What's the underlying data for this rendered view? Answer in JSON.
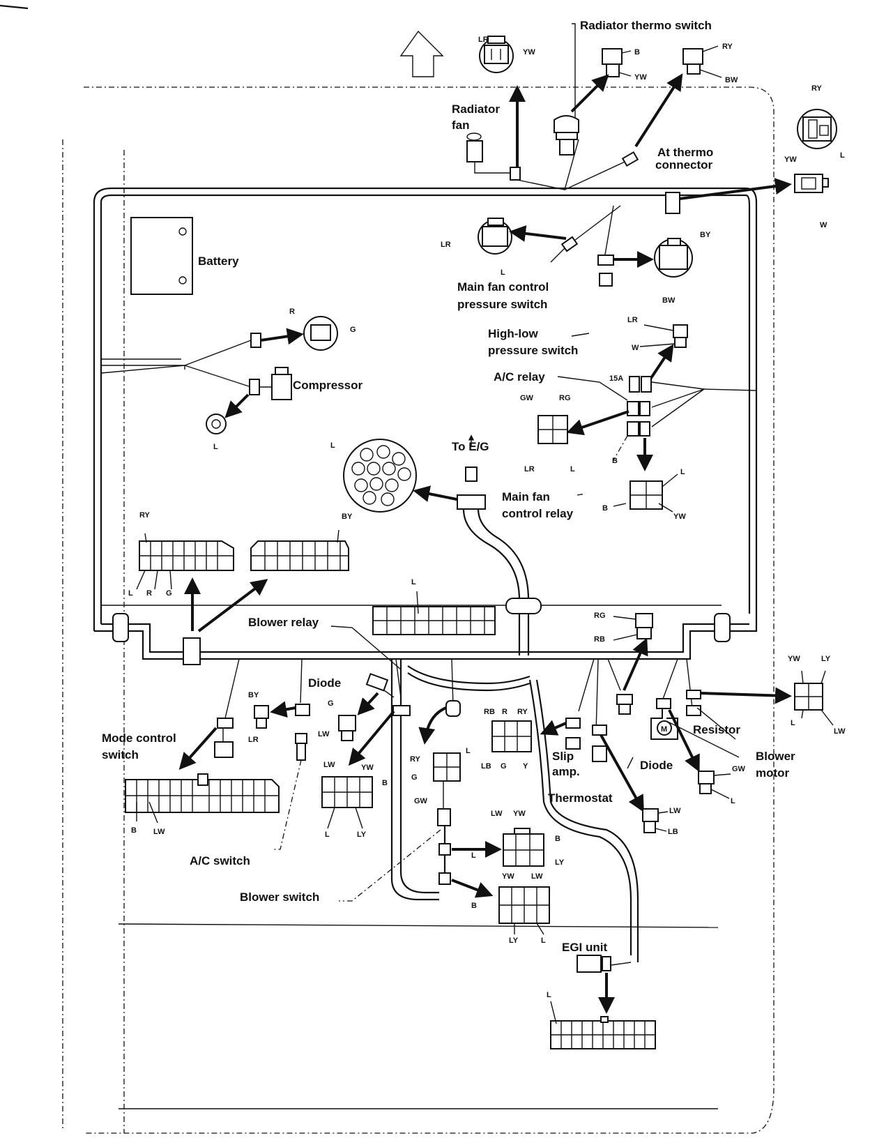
{
  "labels": {
    "radiator_thermo_switch": "Radiator thermo switch",
    "radiator_fan_1": "Radiator",
    "radiator_fan_2": "fan",
    "at_thermo_1": "At thermo",
    "at_thermo_2": "connector",
    "battery": "Battery",
    "main_fan_pressure_1": "Main fan control",
    "main_fan_pressure_2": "pressure switch",
    "high_low_1": "High-low",
    "high_low_2": "pressure switch",
    "compressor": "Compressor",
    "ac_relay": "A/C relay",
    "to_eg": "To E/G",
    "main_fan_relay_1": "Main fan",
    "main_fan_relay_2": "control relay",
    "blower_relay": "Blower relay",
    "diode_left": "Diode",
    "mode_control_1": "Mode control",
    "mode_control_2": "switch",
    "resistor": "Resistor",
    "blower_motor_1": "Blower",
    "blower_motor_2": "motor",
    "slip_amp_1": "Slip",
    "slip_amp_2": "amp.",
    "diode_right": "Diode",
    "thermostat": "Thermostat",
    "ac_switch": "A/C switch",
    "blower_switch": "Blower switch",
    "egi_unit": "EGI unit",
    "fuse_15a": "15A",
    "motor_symbol": "M"
  },
  "wires": {
    "rts_lr": "LR",
    "rts_yw": "YW",
    "rts_b": "B",
    "rts_yw2": "YW",
    "rts_ry": "RY",
    "rts_bw": "BW",
    "at_ry": "RY",
    "at_l": "L",
    "at_yw": "YW",
    "at_w": "W",
    "mfp_lr": "LR",
    "mfp_l": "L",
    "mfp_by": "BY",
    "mfp_bw": "BW",
    "hl_lr": "LR",
    "hl_w": "W",
    "comp_r": "R",
    "comp_g": "G",
    "comp_l": "L",
    "acr_gw": "GW",
    "acr_rg": "RG",
    "acr_lr": "LR",
    "acr_l": "L",
    "acr_b": "B",
    "mfr_l": "L",
    "mfr_b": "B",
    "mfr_yw": "YW",
    "big_l": "L",
    "ic1_ry": "RY",
    "ic1_l": "L",
    "ic1_r": "R",
    "ic1_g": "G",
    "ic2_by": "BY",
    "br_l": "L",
    "rg_rg": "RG",
    "rg_rb": "RB",
    "res_yw": "YW",
    "res_ly": "LY",
    "res_l": "L",
    "res_lw": "LW",
    "d_by": "BY",
    "d_lr": "LR",
    "d_g": "G",
    "d_lw": "LW",
    "mode_b": "B",
    "mode_lw": "LW",
    "bs1_lw": "LW",
    "bs1_yw": "YW",
    "bs1_b": "B",
    "bs1_l": "L",
    "bs1_ly": "LY",
    "ct_ry": "RY",
    "ct_l": "L",
    "ct_g": "G",
    "ct_gw": "GW",
    "sa_rb": "RB",
    "sa_r": "R",
    "sa_ry": "RY",
    "sa_lb": "LB",
    "sa_g": "G",
    "sa_y": "Y",
    "bm_gw": "GW",
    "bm_l": "L",
    "th_lw": "LW",
    "th_lb": "LB",
    "bs2_lw": "LW",
    "bs2_yw": "YW",
    "bs2_b": "B",
    "bs2_l": "L",
    "bs2_ly": "LY",
    "bs3_yw": "YW",
    "bs3_lw": "LW",
    "bs3_b": "B",
    "bs3_ly": "LY",
    "bs3_l": "L",
    "egi_l": "L"
  }
}
